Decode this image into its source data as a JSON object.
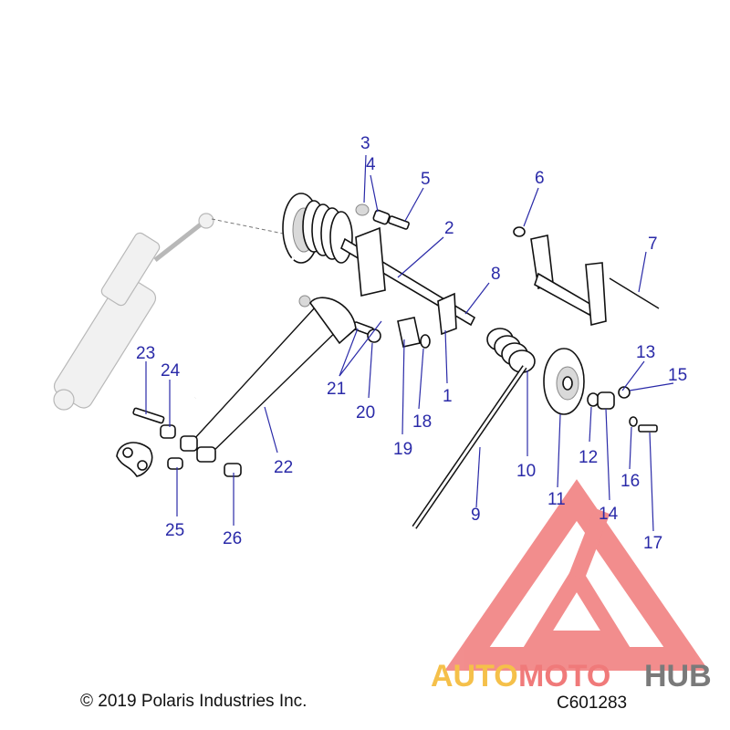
{
  "diagram": {
    "copyright": "© 2019 Polaris Industries Inc.",
    "figure_code": "C601283",
    "callouts": [
      {
        "id": "c1",
        "label": "1"
      },
      {
        "id": "c2",
        "label": "2"
      },
      {
        "id": "c3",
        "label": "3"
      },
      {
        "id": "c4",
        "label": "4"
      },
      {
        "id": "c5",
        "label": "5"
      },
      {
        "id": "c6",
        "label": "6"
      },
      {
        "id": "c7",
        "label": "7"
      },
      {
        "id": "c8",
        "label": "8"
      },
      {
        "id": "c9",
        "label": "9"
      },
      {
        "id": "c10",
        "label": "10"
      },
      {
        "id": "c11",
        "label": "11"
      },
      {
        "id": "c12",
        "label": "12"
      },
      {
        "id": "c13",
        "label": "13"
      },
      {
        "id": "c14",
        "label": "14"
      },
      {
        "id": "c15",
        "label": "15"
      },
      {
        "id": "c16",
        "label": "16"
      },
      {
        "id": "c17",
        "label": "17"
      },
      {
        "id": "c18",
        "label": "18"
      },
      {
        "id": "c19",
        "label": "19"
      },
      {
        "id": "c20",
        "label": "20"
      },
      {
        "id": "c21",
        "label": "21"
      },
      {
        "id": "c22",
        "label": "22"
      },
      {
        "id": "c23",
        "label": "23"
      },
      {
        "id": "c24",
        "label": "24"
      },
      {
        "id": "c25",
        "label": "25"
      },
      {
        "id": "c26",
        "label": "26"
      }
    ]
  },
  "watermark": {
    "text_auto": "AUTO",
    "text_moto": "MOTO",
    "text_hub": "HUB",
    "color_triangle": "#f07a7a",
    "color_auto": "#f5c04a",
    "color_moto": "#f07a7a",
    "color_hub": "#7a7a7a"
  }
}
